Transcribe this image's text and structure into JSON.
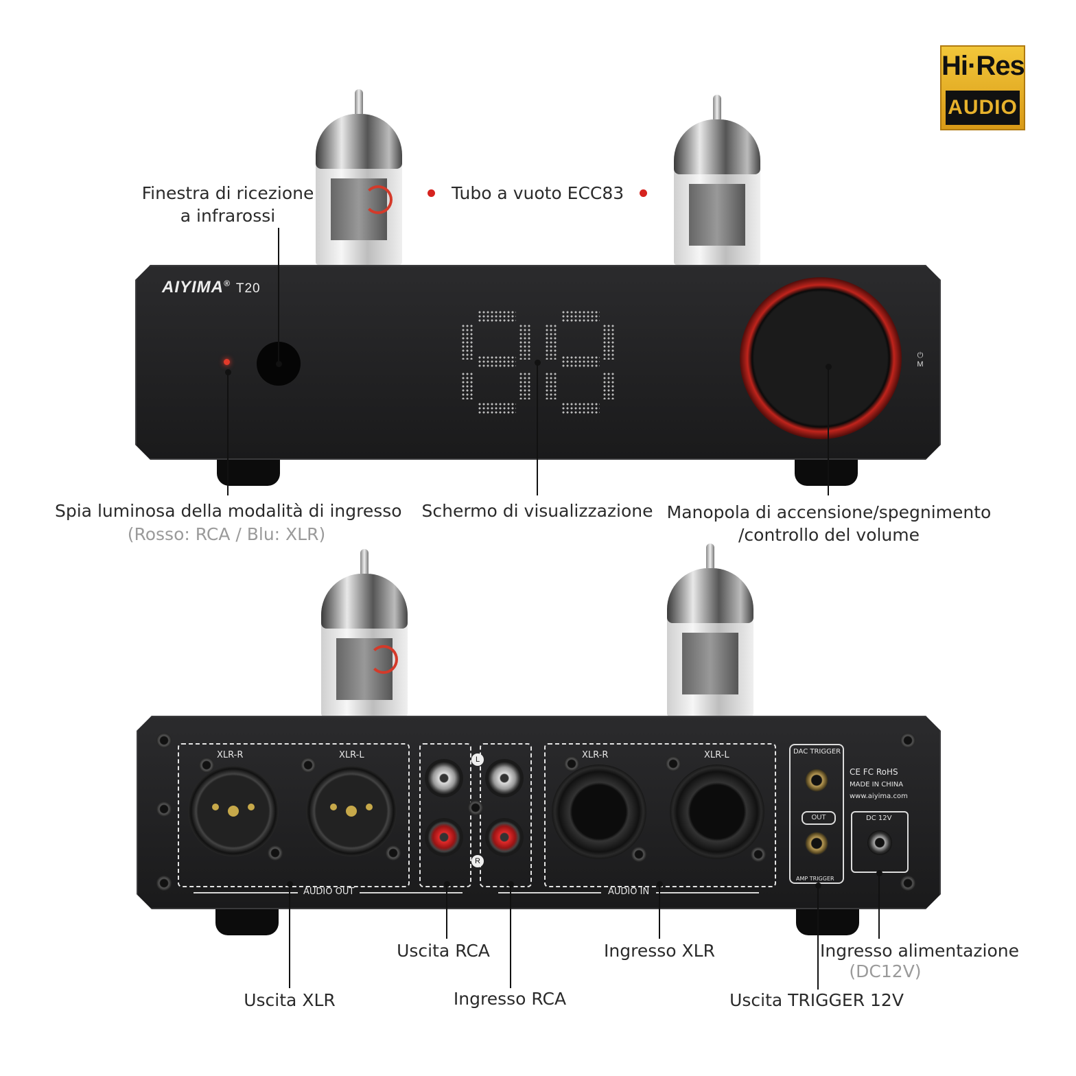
{
  "badge": {
    "top": "Hi·Res",
    "bottom": "AUDIO"
  },
  "front": {
    "brand": "AIYIMA",
    "reg": "®",
    "model": "T20",
    "knob_icon": "power-mode-icon",
    "knob_mark": "M"
  },
  "labels": {
    "ir_window": [
      "Finestra di ricezione",
      "a infrarossi"
    ],
    "tube": "Tubo a vuoto ECC83",
    "input_led": "Spia luminosa della modalità di ingresso",
    "input_led_sub": "(Rosso: RCA / Blu: XLR)",
    "display": "Schermo di visualizzazione",
    "knob": [
      "Manopola di accensione/spegnimento",
      "/controllo del volume"
    ],
    "rca_out": "Uscita RCA",
    "xlr_in": "Ingresso XLR",
    "power_in": "Ingresso alimentazione",
    "power_in_sub": "(DC12V)",
    "xlr_out": "Uscita XLR",
    "rca_in": "Ingresso RCA",
    "trigger_out": "Uscita TRIGGER 12V"
  },
  "back": {
    "xlr_r": "XLR-R",
    "xlr_l": "XLR-L",
    "in_xlr_r": "XLR-R",
    "in_xlr_l": "XLR-L",
    "audio_out": "AUDIO OUT",
    "audio_in": "AUDIO IN",
    "dac_trigger": "DAC TRIGGER",
    "out": "OUT",
    "amp_trigger": "AMP TRIGGER",
    "dc12v": "DC 12V",
    "cert": "CE FC RoHS",
    "made_in": "MADE IN CHINA",
    "website": "www.aiyima.com",
    "rca_l": "L",
    "rca_r": "R"
  },
  "colors": {
    "accent_red": "#d6231f",
    "knob_ring": "#c0241c",
    "badge_gold": "#e8b22c"
  }
}
